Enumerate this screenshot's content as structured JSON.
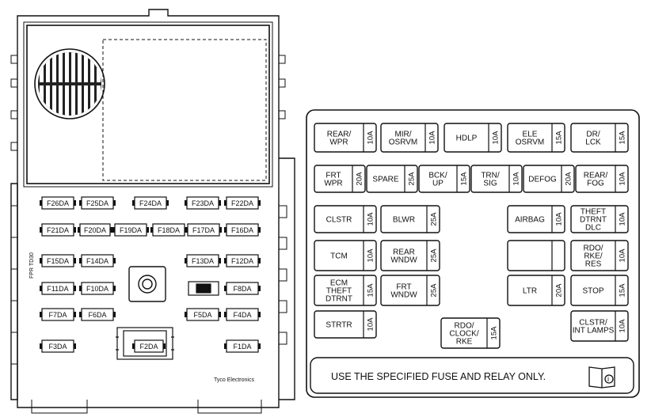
{
  "left_panel": {
    "fuses": [
      {
        "id": "f26",
        "label": "F26DA"
      },
      {
        "id": "f25",
        "label": "F25DA"
      },
      {
        "id": "f24",
        "label": "F24DA"
      },
      {
        "id": "f23",
        "label": "F23DA"
      },
      {
        "id": "f22",
        "label": "F22DA"
      },
      {
        "id": "f21",
        "label": "F21DA"
      },
      {
        "id": "f20",
        "label": "F20DA"
      },
      {
        "id": "f19",
        "label": "F19DA"
      },
      {
        "id": "f18",
        "label": "F18DA"
      },
      {
        "id": "f17",
        "label": "F17DA"
      },
      {
        "id": "f16",
        "label": "F16DA"
      },
      {
        "id": "f15",
        "label": "F15DA"
      },
      {
        "id": "f14",
        "label": "F14DA"
      },
      {
        "id": "f13",
        "label": "F13DA"
      },
      {
        "id": "f12",
        "label": "F12DA"
      },
      {
        "id": "f11",
        "label": "F11DA"
      },
      {
        "id": "f10",
        "label": "F10DA"
      },
      {
        "id": "f8",
        "label": "F8DA"
      },
      {
        "id": "f7",
        "label": "F7DA"
      },
      {
        "id": "f6",
        "label": "F6DA"
      },
      {
        "id": "f5",
        "label": "F5DA"
      },
      {
        "id": "f4",
        "label": "F4DA"
      },
      {
        "id": "f3",
        "label": "F3DA"
      },
      {
        "id": "f2",
        "label": "F2DA"
      },
      {
        "id": "f1",
        "label": "F1DA"
      }
    ],
    "side_label": "FPR TD30",
    "brand": "Tyco Electronics"
  },
  "right_panel": {
    "cells": [
      {
        "id": "rear-wpr",
        "lines": [
          "REAR/",
          "WPR"
        ],
        "amp": "10A"
      },
      {
        "id": "mir-osrvm",
        "lines": [
          "MIR/",
          "OSRVM"
        ],
        "amp": "10A"
      },
      {
        "id": "hdlp",
        "lines": [
          "HDLP"
        ],
        "amp": "10A"
      },
      {
        "id": "ele-osrvm",
        "lines": [
          "ELE",
          "OSRVM"
        ],
        "amp": "15A"
      },
      {
        "id": "dr-lck",
        "lines": [
          "DR/",
          "LCK"
        ],
        "amp": "15A"
      },
      {
        "id": "frt-wpr",
        "lines": [
          "FRT",
          "WPR"
        ],
        "amp": "20A"
      },
      {
        "id": "spare",
        "lines": [
          "SPARE"
        ],
        "amp": "25A"
      },
      {
        "id": "bck-up",
        "lines": [
          "BCK/",
          "UP"
        ],
        "amp": "15A"
      },
      {
        "id": "trn-sig",
        "lines": [
          "TRN/",
          "SIG"
        ],
        "amp": "10A"
      },
      {
        "id": "defog",
        "lines": [
          "DEFOG"
        ],
        "amp": "20A"
      },
      {
        "id": "rear-fog",
        "lines": [
          "REAR/",
          "FOG"
        ],
        "amp": "10A"
      },
      {
        "id": "clstr",
        "lines": [
          "CLSTR"
        ],
        "amp": "10A"
      },
      {
        "id": "blwr",
        "lines": [
          "BLWR"
        ],
        "amp": "25A"
      },
      {
        "id": "airbag",
        "lines": [
          "AIRBAG"
        ],
        "amp": "10A"
      },
      {
        "id": "theft-dtrnt-dlc",
        "lines": [
          "THEFT",
          "DTRNT",
          "DLC"
        ],
        "amp": "10A"
      },
      {
        "id": "tcm",
        "lines": [
          "TCM"
        ],
        "amp": "10A"
      },
      {
        "id": "rear-wndw",
        "lines": [
          "REAR",
          "WNDW"
        ],
        "amp": "25A"
      },
      {
        "id": "blank",
        "lines": [],
        "amp": ""
      },
      {
        "id": "rdo-rke-res",
        "lines": [
          "RDO/",
          "RKE/",
          "RES"
        ],
        "amp": "10A"
      },
      {
        "id": "ecm-theft-dtrnt",
        "lines": [
          "ECM",
          "THEFT",
          "DTRNT"
        ],
        "amp": "15A"
      },
      {
        "id": "frt-wndw",
        "lines": [
          "FRT",
          "WNDW"
        ],
        "amp": "25A"
      },
      {
        "id": "ltr",
        "lines": [
          "LTR"
        ],
        "amp": "20A"
      },
      {
        "id": "stop",
        "lines": [
          "STOP"
        ],
        "amp": "15A"
      },
      {
        "id": "strtr",
        "lines": [
          "STRTR"
        ],
        "amp": "10A"
      },
      {
        "id": "rdo-clock-rke",
        "lines": [
          "RDO/",
          "CLOCK/",
          "RKE"
        ],
        "amp": "15A"
      },
      {
        "id": "clstr-int-lamps",
        "lines": [
          "CLSTR/",
          "INT LAMPS"
        ],
        "amp": "10A"
      }
    ],
    "note": "USE THE SPECIFIED FUSE AND RELAY ONLY.",
    "book_icon_glyph": "i"
  }
}
